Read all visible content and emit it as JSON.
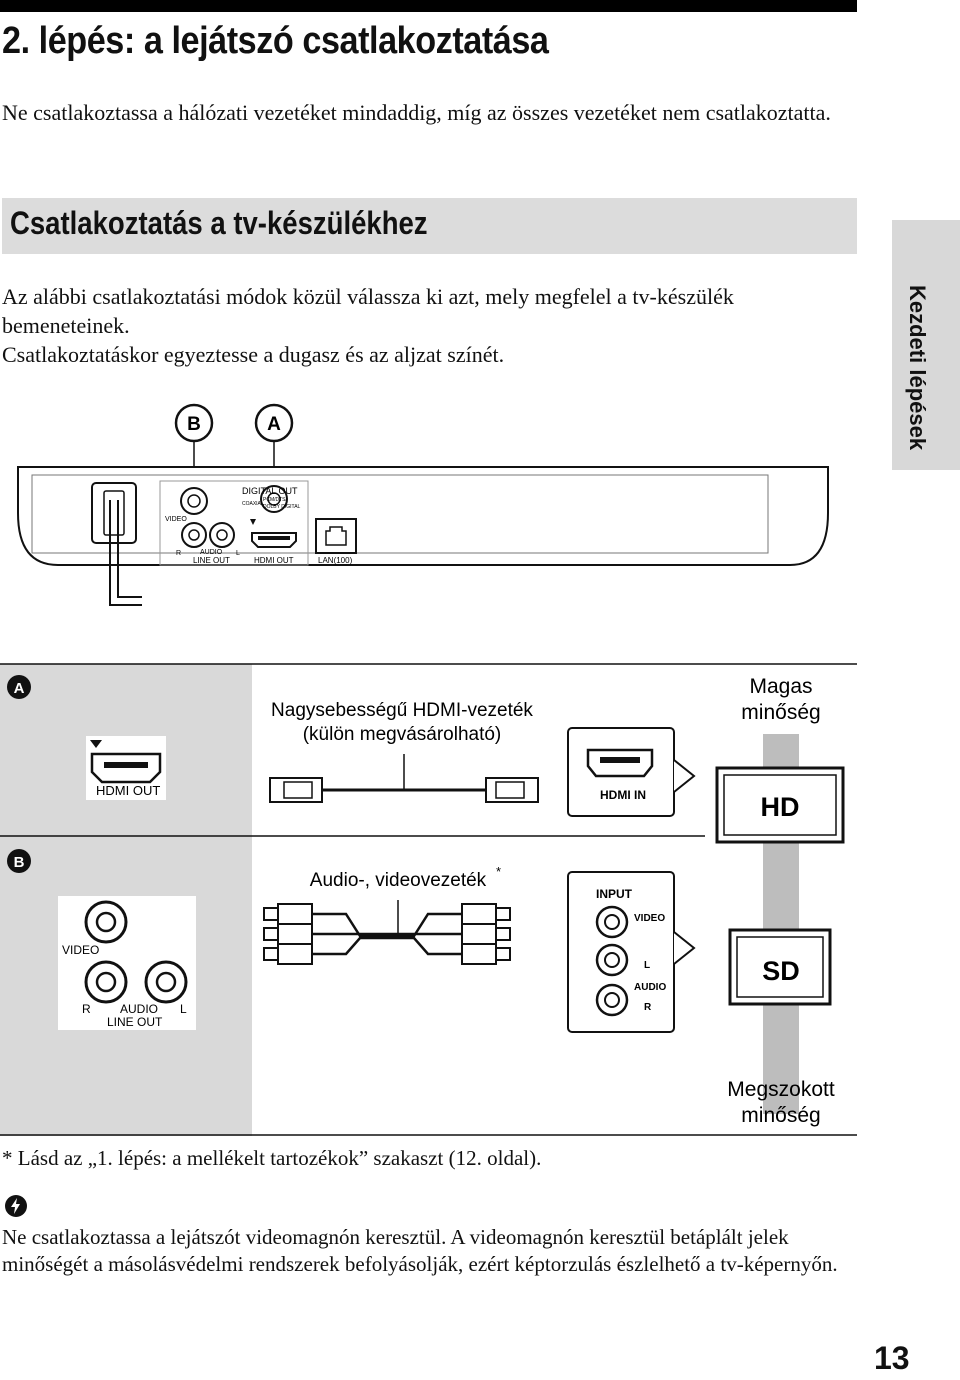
{
  "header": {
    "title": "2. lépés: a lejátszó csatlakoztatása",
    "intro": "Ne csatlakoztassa a hálózati vezetéket mindaddig, míg az összes vezetéket nem csatlakoztatta."
  },
  "section": {
    "title": "Csatlakoztatás a tv-készülékhez",
    "line1": "Az alábbi csatlakoztatási módok közül válassza ki azt, mely megfelel a tv-készülék bemeneteinek.",
    "line2": "Csatlakoztatáskor egyeztesse a dugasz és az aljzat színét."
  },
  "side_tab": "Kezdeti lépések",
  "rear_panel": {
    "badge_b": "B",
    "badge_a": "A",
    "digital_out": "DIGITAL OUT",
    "coaxial": "COAXIAL",
    "pcm_dts": "PCM/DTS/",
    "dolby_digital": "DOLBY DIGITAL",
    "video": "VIDEO",
    "r": "R",
    "audio": "AUDIO",
    "l": "L",
    "line_out": "LINE OUT",
    "hdmi_out": "HDMI OUT",
    "lan": "LAN(100)"
  },
  "diagram": {
    "row_a": {
      "badge": "A",
      "hdmi_out": "HDMI OUT",
      "cable_label_1": "Nagysebességű HDMI-vezeték",
      "cable_label_2": "(külön megvásárolható)",
      "hdmi_in": "HDMI IN",
      "quality_high_1": "Magas",
      "quality_high_2": "minőség",
      "tv_hd": "HD"
    },
    "row_b": {
      "badge": "B",
      "video": "VIDEO",
      "r": "R",
      "audio": "AUDIO",
      "l": "L",
      "line_out": "LINE OUT",
      "cable_label": "Audio-, videovezeték",
      "asterisk": "*",
      "input": "INPUT",
      "in_video": "VIDEO",
      "in_l": "L",
      "in_audio": "AUDIO",
      "in_r": "R",
      "tv_sd": "SD",
      "quality_std_1": "Megszokott",
      "quality_std_2": "minőség"
    }
  },
  "footnote": "* Lásd az „1. lépés: a mellékelt tartozékok” szakaszt (12. oldal).",
  "note": {
    "icon": "note-icon",
    "text": "Ne csatlakoztassa a lejátszót videomagnón keresztül. A videomagnón keresztül betáplált jelek minőségét a másolásvédelmi rendszerek befolyásolják, ezért képtorzulás észlelhető a tv-képernyőn."
  },
  "page_number": "13"
}
